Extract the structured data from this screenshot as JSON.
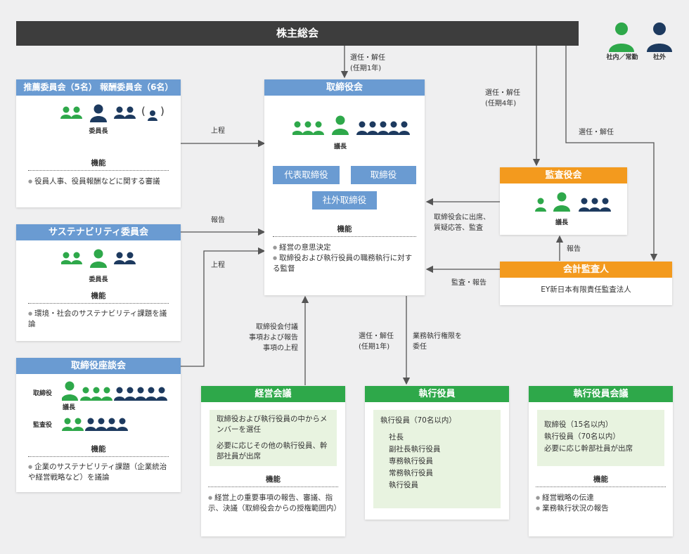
{
  "top": {
    "title": "株主総会"
  },
  "legend": {
    "internal": "社内／常勤",
    "external": "社外"
  },
  "colors": {
    "internal": "#2ea84a",
    "external": "#1d3a5f",
    "blue": "#6a9bd2",
    "orange": "#f39a1e",
    "green": "#2ea84a"
  },
  "nom": {
    "title": "推薦委員会（5名） 報酬委員会（6名）",
    "paren_open": "(",
    "paren_close": ")",
    "chair_label": "委員長",
    "func_label": "機能",
    "func_items": [
      "役員人事、役員報酬などに関する審議"
    ]
  },
  "sus": {
    "title": "サステナビリティ委員会",
    "chair_label": "委員長",
    "func_label": "機能",
    "func_items": [
      "環境・社会のサステナビリティ課題を議論"
    ]
  },
  "dir_council": {
    "title": "取締役座談会",
    "row1_label": "取締役",
    "row2_label": "監査役",
    "chair_label": "議長",
    "func_label": "機能",
    "func_items": [
      "企業のサステナビリティ課題（企業統治や経営戦略など）を議論"
    ]
  },
  "board": {
    "title": "取締役会",
    "chair_label": "議長",
    "btn_rep": "代表取締役",
    "btn_dir": "取締役",
    "btn_ext": "社外取締役",
    "func_label": "機能",
    "func_items": [
      "経営の意思決定",
      "取締役および執行役員の職務執行に対する監督"
    ]
  },
  "audit": {
    "title": "監査役会",
    "chair_label": "議長"
  },
  "auditor": {
    "title": "会計監査人",
    "firm": "EY新日本有限責任監査法人"
  },
  "mgmt": {
    "title": "経営会議",
    "desc": [
      "取締役および執行役員の中からメンバーを選任",
      "必要に応じその他の執行役員、幹部社員が出席"
    ],
    "func_label": "機能",
    "func_items": [
      "経営上の重要事項の報告、審議、指示、決議（取締役会からの授権範囲内）"
    ]
  },
  "exec": {
    "title": "執行役員",
    "heading": "執行役員（70名以内）",
    "roles": [
      "社長",
      "副社長執行役員",
      "専務執行役員",
      "常務執行役員",
      "執行役員"
    ]
  },
  "exec_meet": {
    "title": "執行役員会議",
    "desc": [
      "取締役（15名以内）",
      "執行役員（70名以内）",
      "必要に応じ幹部社員が出席"
    ],
    "func_label": "機能",
    "func_items": [
      "経営戦略の伝達",
      "業務執行状況の報告"
    ]
  },
  "labels": {
    "elect_board": [
      "選任・解任",
      "(任期1年)"
    ],
    "elect_audit": [
      "選任・解任",
      "(任期4年)"
    ],
    "elect_auditor": "選任・解任",
    "nom_to_board": "上程",
    "sus_to_board": "報告",
    "council_to_board": "上程",
    "audit_to_board": [
      "取締役会に出席、",
      "質疑応答、監査"
    ],
    "auditor_to_audit": "報告",
    "auditor_to_board": "監査・報告",
    "mgmt_to_board": [
      "取締役会付議",
      "事項および報告",
      "事項の上程"
    ],
    "board_to_exec_1": [
      "選任・解任",
      "(任期1年)"
    ],
    "board_to_exec_2": [
      "業務執行権限を",
      "委任"
    ]
  }
}
